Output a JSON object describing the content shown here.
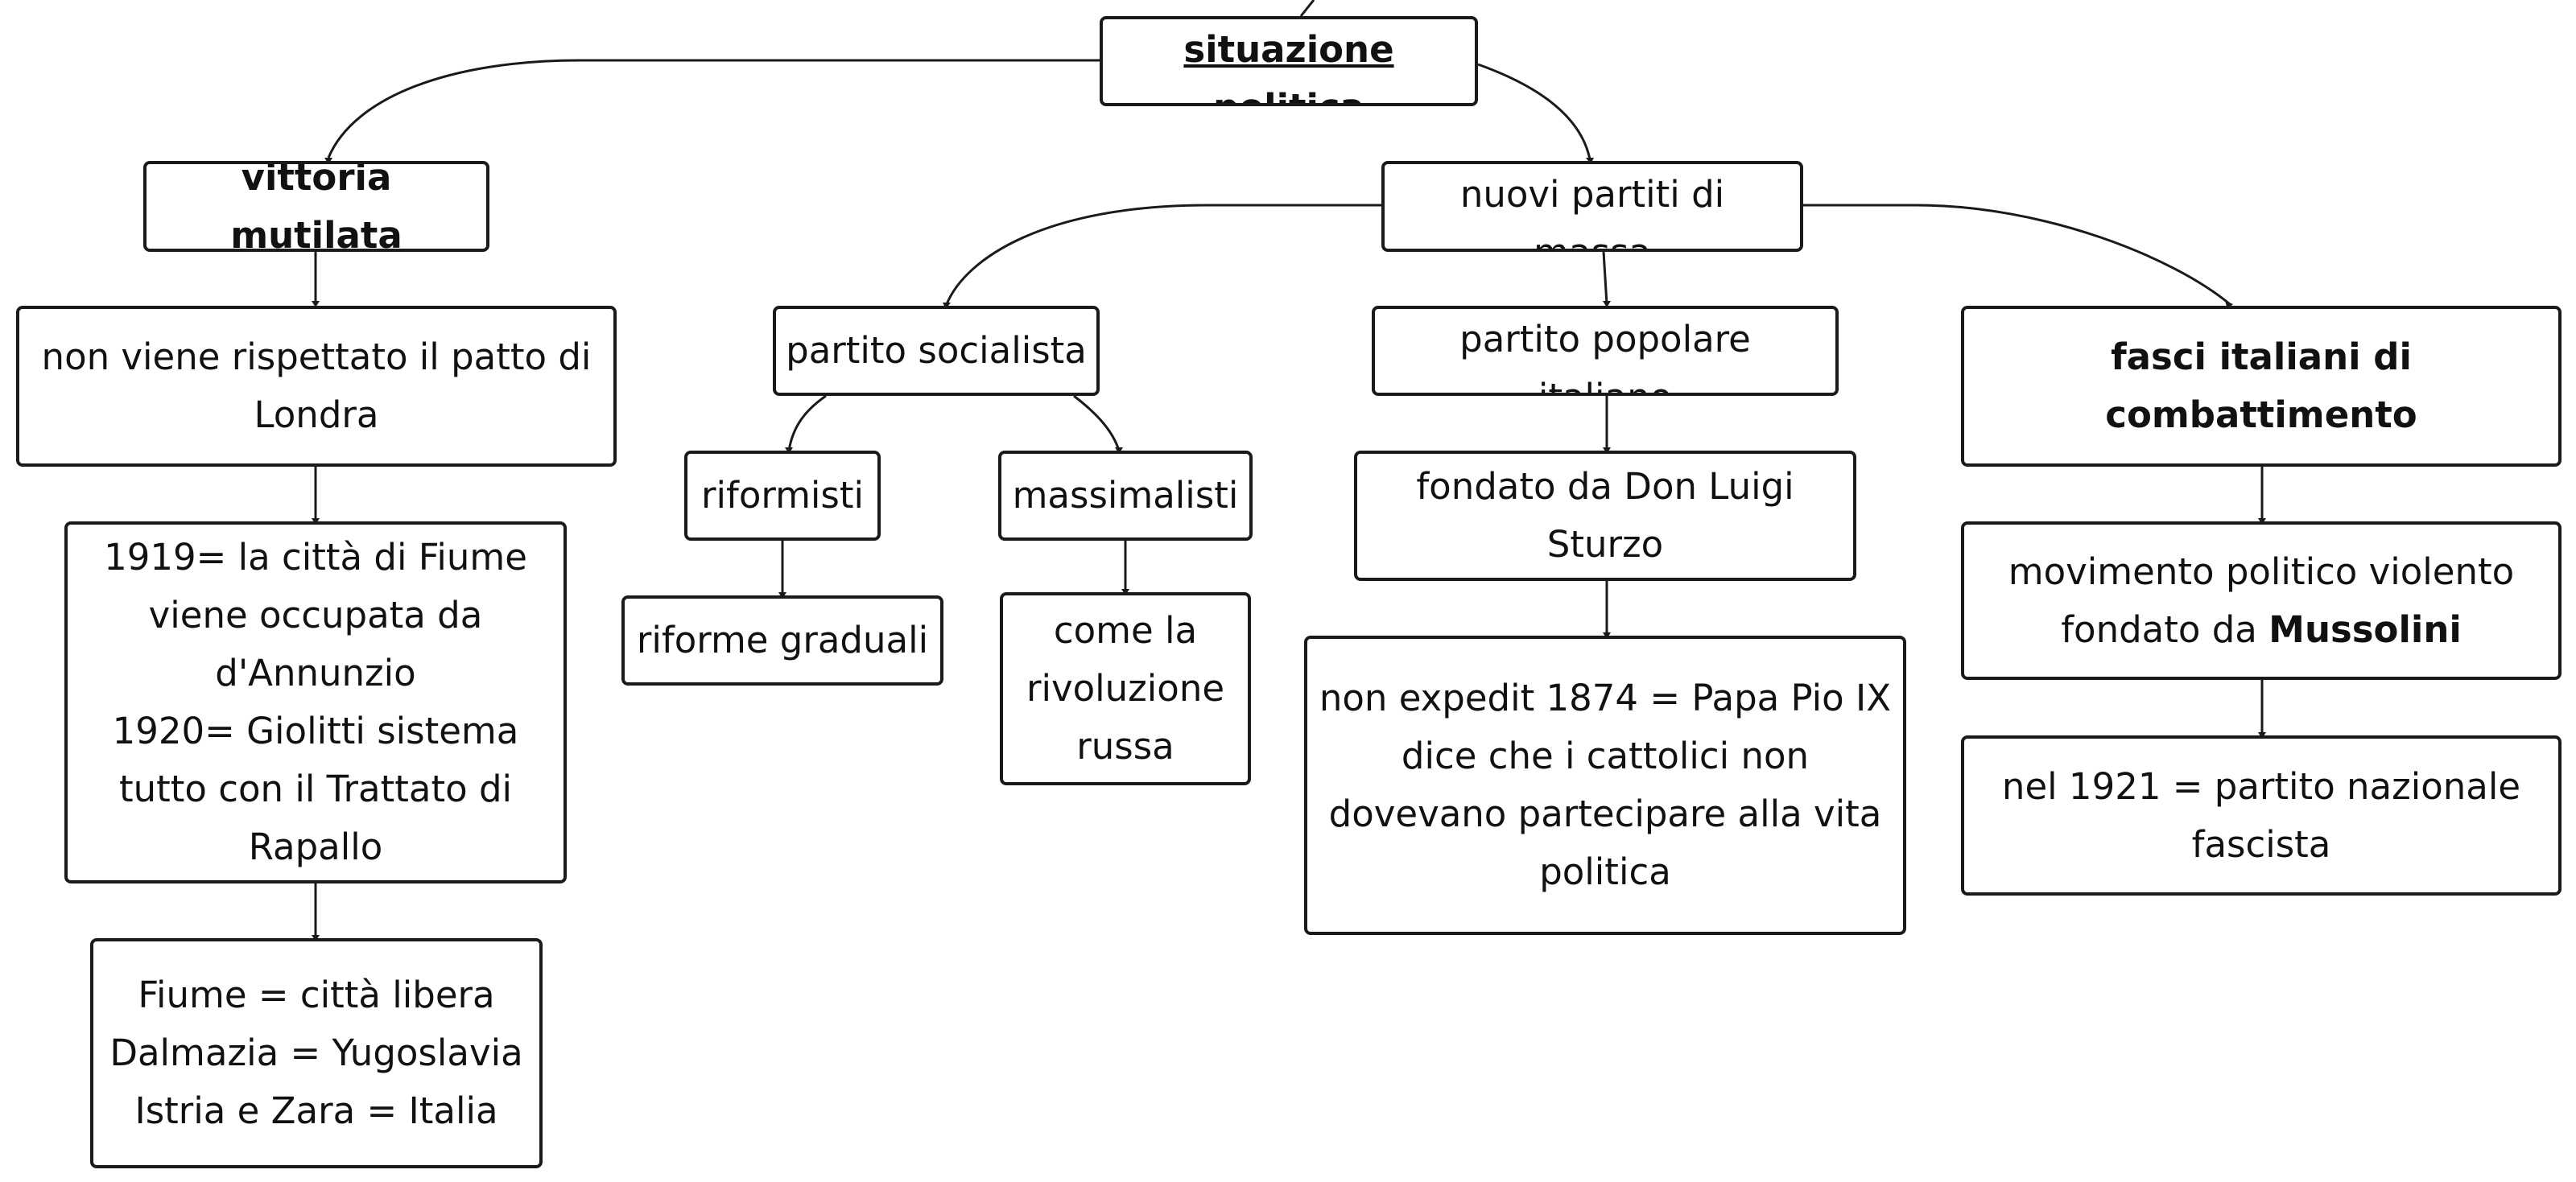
{
  "diagram": {
    "nodes": {
      "root": "situazione\npolitica",
      "vittoria": "vittoria mutilata",
      "patto_londra": "non viene rispettato il patto di\nLondra",
      "fiume": "1919= la città di Fiume\nviene occupata da\nd'Annunzio\n1920= Giolitti sistema\ntutto con il Trattato di\nRapallo",
      "fiume_libera": "Fiume = città libera\nDalmazia = Yugoslavia\nIstria e Zara = Italia",
      "nuovi_partiti": "nuovi partiti di\nmassa",
      "socialista": "partito socialista",
      "riformisti": "riformisti",
      "riforme": "riforme graduali",
      "massimalisti": "massimalisti",
      "rivoluzione": "come la\nrivoluzione\nrussa",
      "popolare": "partito popolare\nitaliano",
      "sturzo": "fondato da Don Luigi\nSturzo",
      "non_expedit": "non expedit 1874 = Papa Pio IX\ndice che i cattolici non\ndovevano partecipare alla vita\npolitica",
      "fasci": "fasci italiani di\ncombattimento",
      "movimento": "movimento politico violento\nfondato da ",
      "movimento_bold": "Mussolini",
      "pnf": "nel 1921 = partito nazionale\nfascista"
    },
    "colors": {
      "border": "#1a1a1a",
      "background": "#ffffff",
      "text": "#111111"
    }
  }
}
